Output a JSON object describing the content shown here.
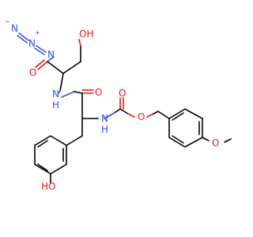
{
  "diagram": {
    "type": "skeletal-structure",
    "colors": {
      "carbon_bond": "#000000",
      "nitrogen": "#3050f8",
      "oxygen": "#ff0d0d",
      "background": "#ffffff"
    },
    "labels": {
      "azide_n1": "N",
      "azide_n2": "N",
      "azide_n3": "N",
      "azide_minus": "−",
      "azide_plus": "+",
      "carbonyl1_o": "O",
      "hydroxymethyl_oh": "OH",
      "amide_nh": "N",
      "amide_h": "H",
      "carbonyl2_o": "O",
      "carbamate_nh": "N",
      "carbamate_h": "H",
      "carbamate_o_ester": "O",
      "carbamate_o_carbonyl": "O",
      "methoxy_o": "O",
      "phenol_o": "HO"
    }
  }
}
